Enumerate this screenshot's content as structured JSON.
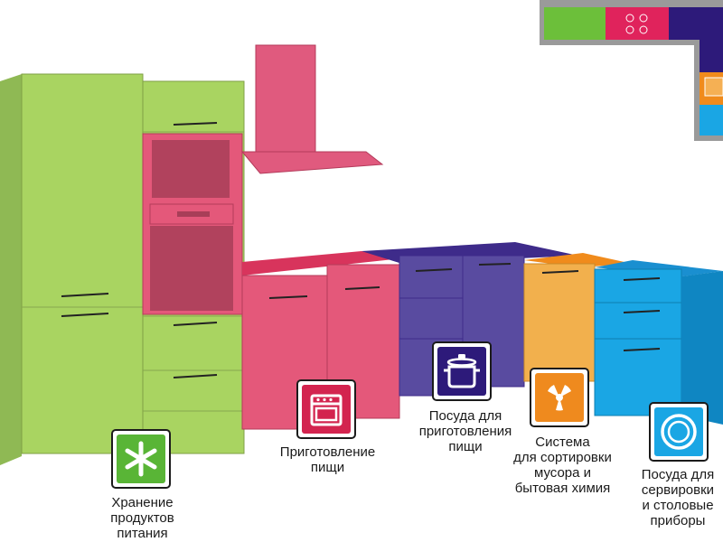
{
  "colors": {
    "storage": "#a9d461",
    "cooking": "#e4587a",
    "dishes": "#4c3c93",
    "waste": "#f2b04d",
    "serving": "#1aa6e4",
    "hood": "#e05a7e",
    "outline": "#1b1b1b"
  },
  "floorplan": {
    "segments": [
      "storage",
      "cooking",
      "dishes",
      "waste",
      "serving"
    ]
  },
  "zones": [
    {
      "id": "storage",
      "icon": "snowflake-icon",
      "label": "Хранение\nпродуктов\nпитания"
    },
    {
      "id": "cooking",
      "icon": "stove-icon",
      "label": "Приготовление\nпищи"
    },
    {
      "id": "dishes",
      "icon": "pot-icon",
      "label": "Посуда для\nприготовления\nпищи"
    },
    {
      "id": "waste",
      "icon": "recycle-icon",
      "label": "Система\nдля сортировки\nмусора и\nбытовая химия"
    },
    {
      "id": "serving",
      "icon": "plate-icon",
      "label": "Посуда для\nсервировки\nи столовые\nприборы"
    }
  ]
}
